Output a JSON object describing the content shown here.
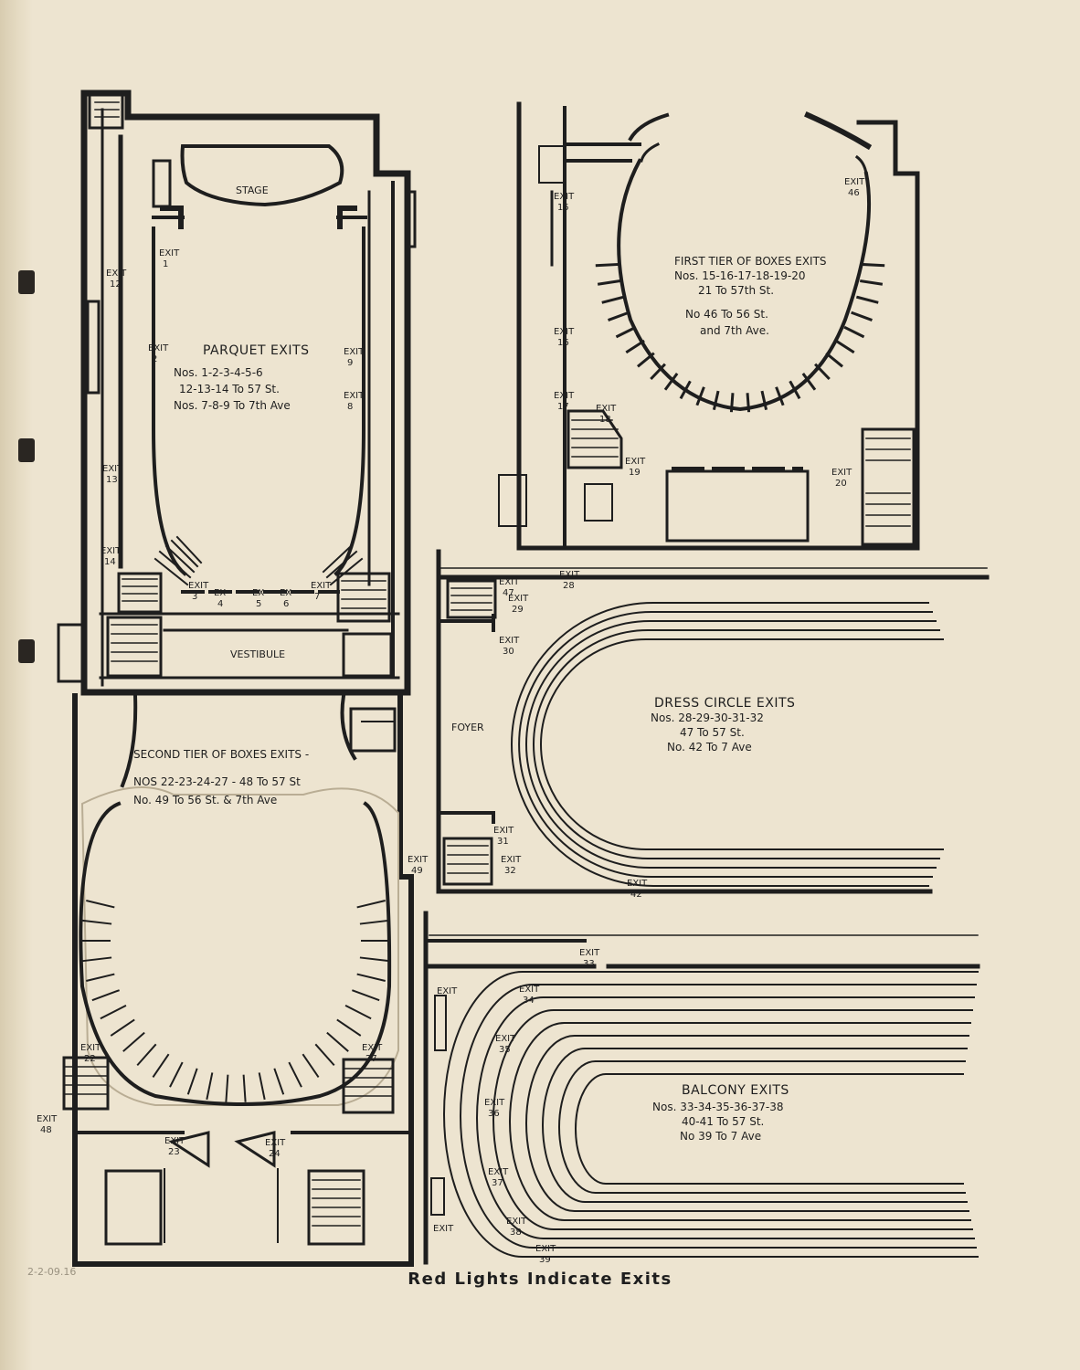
{
  "footer": "Red Lights Indicate Exits",
  "pencil_note": "2-2-09.16",
  "parquet": {
    "stage": "STAGE",
    "title": "PARQUET EXITS",
    "lines": [
      "Nos. 1-2-3-4-5-6",
      "12-13-14 To 57 St.",
      "Nos. 7-8-9 To 7th Ave"
    ],
    "vestibule": "VESTIBULE",
    "exits": [
      {
        "label": "EXIT",
        "num": "1"
      },
      {
        "label": "EXIT",
        "num": "2"
      },
      {
        "label": "EXIT",
        "num": "9"
      },
      {
        "label": "EXIT",
        "num": "8"
      },
      {
        "label": "EXIT",
        "num": "12"
      },
      {
        "label": "EXIT",
        "num": "13"
      },
      {
        "label": "EXIT",
        "num": "14"
      },
      {
        "label": "EXIT",
        "num": "3"
      },
      {
        "label": "EX",
        "num": "4"
      },
      {
        "label": "EX",
        "num": "5"
      },
      {
        "label": "EX",
        "num": "6"
      },
      {
        "label": "EXIT",
        "num": "7"
      }
    ]
  },
  "first_tier": {
    "lines": [
      "FIRST TIER OF BOXES EXITS",
      "Nos. 15-16-17-18-19-20",
      "21 To 57th St.",
      "No 46 To 56 St.",
      "and 7th Ave."
    ],
    "exits": [
      {
        "label": "EXIT",
        "num": "15"
      },
      {
        "label": "EXIT",
        "num": "16"
      },
      {
        "label": "EXIT",
        "num": "17"
      },
      {
        "label": "EXIT",
        "num": "18"
      },
      {
        "label": "EXIT",
        "num": "19"
      },
      {
        "label": "EXIT",
        "num": "20"
      },
      {
        "label": "EXIT",
        "num": "46"
      }
    ]
  },
  "dress_circle": {
    "lines": [
      "DRESS CIRCLE EXITS",
      "Nos. 28-29-30-31-32",
      "47 To 57 St.",
      "No. 42 To 7 Ave"
    ],
    "foyer": "FOYER",
    "exits": [
      {
        "label": "EXIT",
        "num": "47"
      },
      {
        "label": "EXIT",
        "num": "28"
      },
      {
        "label": "EXIT",
        "num": "29"
      },
      {
        "label": "EXIT",
        "num": "30"
      },
      {
        "label": "EXIT",
        "num": "31"
      },
      {
        "label": "EXIT",
        "num": "32"
      },
      {
        "label": "EXIT",
        "num": "42"
      }
    ]
  },
  "second_tier": {
    "lines": [
      "SECOND TIER OF BOXES EXITS -",
      "NOS 22-23-24-27 - 48 To 57 St",
      "No. 49 To 56 St. & 7th Ave"
    ],
    "exits": [
      {
        "label": "EXIT",
        "num": "22"
      },
      {
        "label": "EXIT",
        "num": "27"
      },
      {
        "label": "EXIT",
        "num": "48"
      },
      {
        "label": "EXIT",
        "num": "23"
      },
      {
        "label": "EXIT",
        "num": "24"
      },
      {
        "label": "EXIT",
        "num": "49"
      }
    ]
  },
  "balcony": {
    "lines": [
      "BALCONY EXITS",
      "Nos. 33-34-35-36-37-38",
      "40-41 To 57 St.",
      "No 39 To 7 Ave"
    ],
    "exits": [
      {
        "label": "EXIT",
        "num": "33"
      },
      {
        "label": "EXIT",
        "num": "34"
      },
      {
        "label": "EXIT",
        "num": "35"
      },
      {
        "label": "EXIT",
        "num": "36"
      },
      {
        "label": "EXIT",
        "num": "37"
      },
      {
        "label": "EXIT",
        "num": "38"
      },
      {
        "label": "EXIT",
        "num": "39"
      },
      {
        "label": "EXIT",
        "num": ""
      },
      {
        "label": "EXIT",
        "num": ""
      }
    ]
  },
  "colors": {
    "ink": "#1e1e1e",
    "paper": "#ede4d0"
  }
}
